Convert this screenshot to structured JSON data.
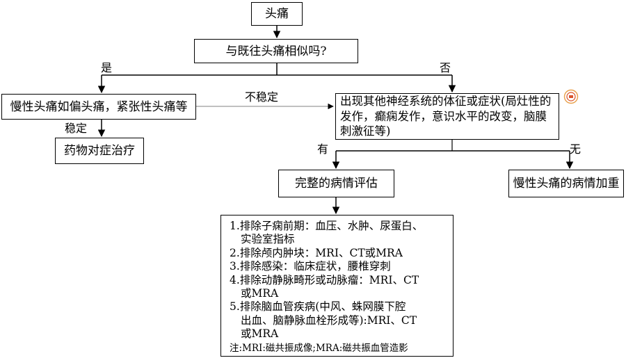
{
  "nodes": {
    "start": "头痛",
    "question": "与既往头痛相似吗?",
    "chronic": "慢性头痛如偏头痛，紧张性头痛等",
    "drug": "药物对症治疗",
    "neuro": "出现其他神经系统的体征或症状(局灶性的发作，癫痫发作，意识水平的改变，脑膜刺激征等)",
    "eval": "完整的病情评估",
    "worse": "慢性头痛的病情加重"
  },
  "edges": {
    "yes": "是",
    "no": "否",
    "unstable": "不稳定",
    "stable": "稳定",
    "have": "有",
    "none": "无"
  },
  "checklist": {
    "items": [
      {
        "line1": "1.排除子痫前期：血压、水肿、尿蛋白、",
        "line2": "实验室指标"
      },
      {
        "line1": "2.排除颅内肿块：MRI、CT或MRA",
        "line2": ""
      },
      {
        "line1": "3.排除感染：临床症状，腰椎穿刺",
        "line2": ""
      },
      {
        "line1": "4.排除动静脉畸形或动脉瘤：MRI、CT",
        "line2": "或MRA"
      },
      {
        "line1": "5.排除脑血管疾病(中风、蛛网膜下腔",
        "line2": "出血、脑静脉血栓形成等):MRI、CT",
        "line3": "或MRA"
      }
    ],
    "note": "注:MRI:磁共振成像;MRA:磁共振血管造影"
  },
  "colors": {
    "line": "#000000",
    "unstable_line": "#9a9a9a",
    "seal_red": "#d9532c",
    "seal_orange": "#e8a04a"
  },
  "icons": [
    "seal-icon"
  ]
}
